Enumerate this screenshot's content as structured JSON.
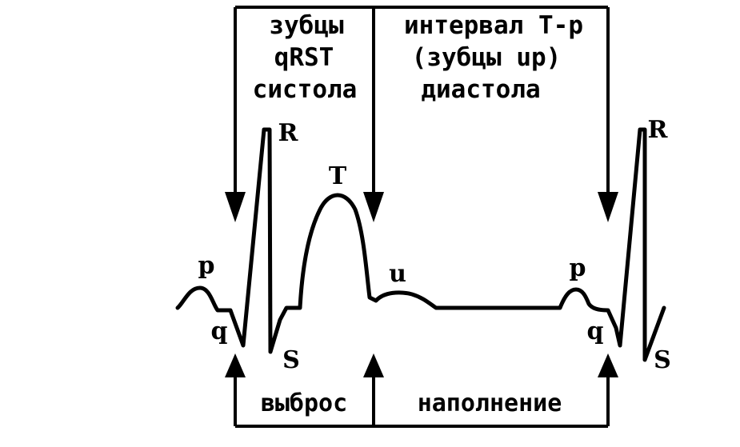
{
  "header": {
    "systole_lines": [
      "зубцы",
      "qRST",
      "систола"
    ],
    "diastole_lines": [
      "интервал T-p",
      "(зубцы up)",
      "диастола"
    ]
  },
  "footer": {
    "ejection": "выброс",
    "filling": "наполнение"
  },
  "waves": {
    "p1": "p",
    "q1": "q",
    "r1": "R",
    "s1": "S",
    "t": "T",
    "u": "u",
    "p2": "p",
    "q2": "q",
    "r2": "R",
    "s2": "S"
  },
  "colors": {
    "ink": "#000000",
    "background": "#ffffff"
  }
}
